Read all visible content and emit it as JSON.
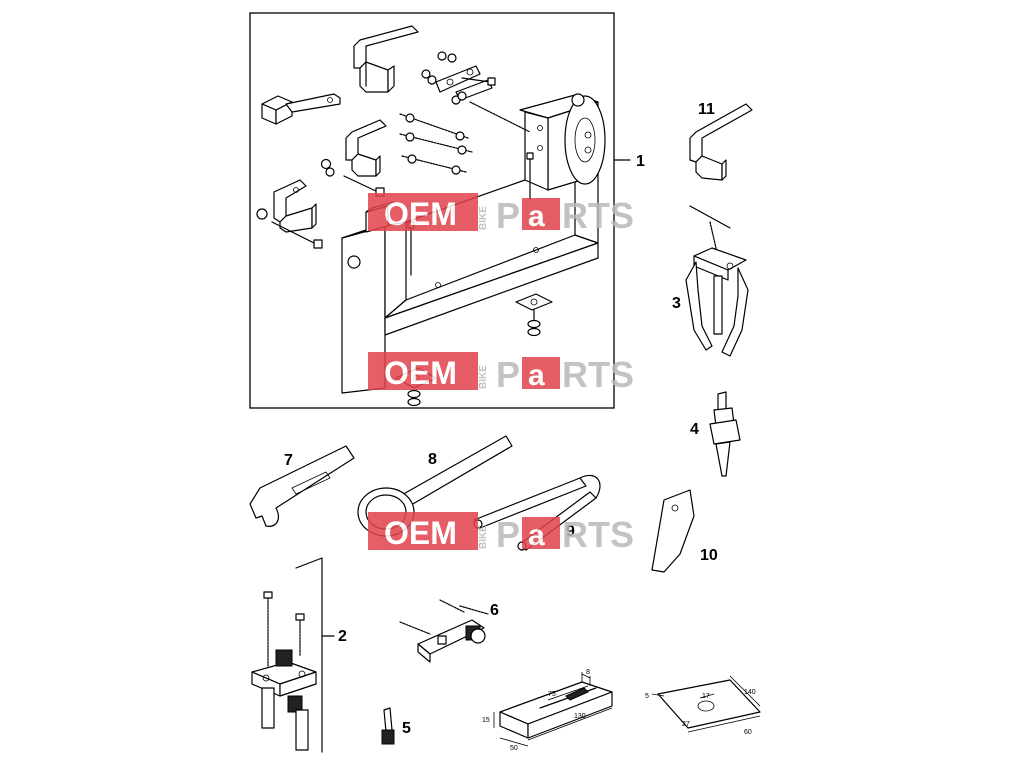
{
  "callouts": {
    "c1": "1",
    "c2": "2",
    "c3": "3",
    "c4": "4",
    "c5": "5",
    "c6": "6",
    "c7": "7",
    "c8": "8",
    "c9": "9",
    "c10": "10",
    "c11": "11"
  },
  "dimensions": {
    "gauge_a_top": "8",
    "gauge_a_length": "75",
    "gauge_a_depth": "130",
    "gauge_a_height": "15",
    "gauge_a_width": "50",
    "plate_thickness": "5",
    "plate_length": "140",
    "plate_hole": "17",
    "plate_offset": "27",
    "plate_width": "60"
  },
  "watermark": {
    "left": "OEM",
    "vertical": "BIKE",
    "right_a": "P",
    "right_b": "a",
    "right_c": "RTS"
  },
  "colors": {
    "watermark_red": "#e2434b",
    "watermark_grey": "#b9b9b9",
    "line": "#000000"
  }
}
